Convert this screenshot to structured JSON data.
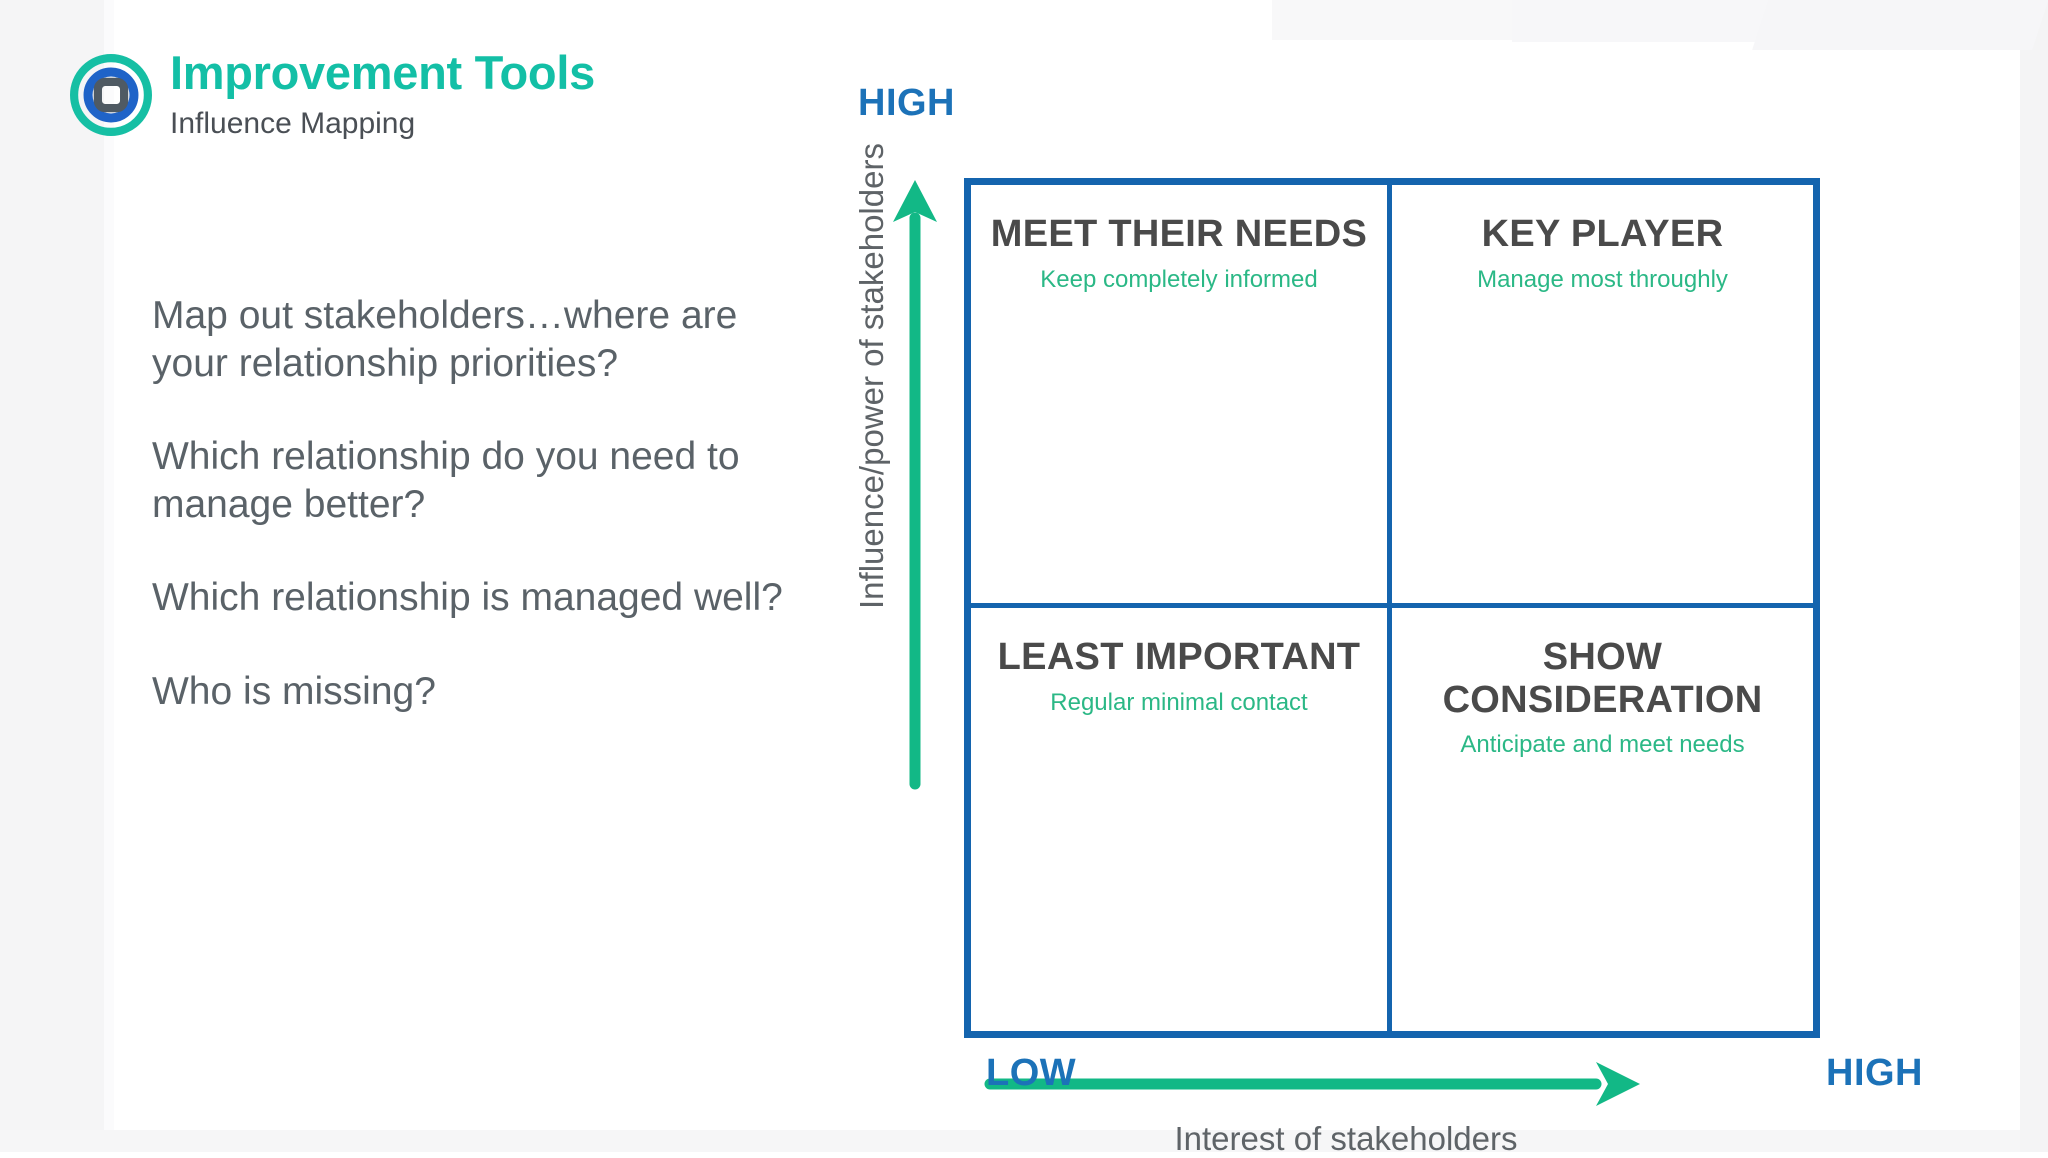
{
  "header": {
    "logo_icon": "target-bullseye-icon",
    "title": "Improvement Tools",
    "subtitle": "Influence Mapping",
    "title_color": "#13BFA6"
  },
  "body": {
    "paragraphs": [
      "Map out stakeholders…where are your relationship priorities?",
      "Which relationship do you need to manage better?",
      "Which relationship is managed well?",
      "Who is missing?"
    ],
    "text_color": "#5a6268"
  },
  "chart_data": {
    "type": "matrix",
    "title": "Influence Mapping",
    "xlabel": "Interest of stakeholders",
    "ylabel": "Influence/power of stakeholders",
    "x_axis_low_label": "LOW",
    "x_axis_high_label": "HIGH",
    "y_axis_high_label": "HIGH",
    "grid": true,
    "grid_color": "#1464AE",
    "arrow_color": "#12B886",
    "axis_label_color": "#1C72B8",
    "quadrant_title_color": "#4a4a4a",
    "quadrant_subtitle_color": "#2BB886",
    "quadrants": [
      {
        "position": "top-left",
        "x": "low-interest",
        "y": "high-influence",
        "title": "MEET THEIR NEEDS",
        "subtitle": "Keep completely informed"
      },
      {
        "position": "top-right",
        "x": "high-interest",
        "y": "high-influence",
        "title": "KEY PLAYER",
        "subtitle": "Manage most throughly"
      },
      {
        "position": "bottom-left",
        "x": "low-interest",
        "y": "low-influence",
        "title": "LEAST IMPORTANT",
        "subtitle": "Regular minimal contact"
      },
      {
        "position": "bottom-right",
        "x": "high-interest",
        "y": "low-influence",
        "title": "SHOW CONSIDERATION",
        "subtitle": "Anticipate and meet needs"
      }
    ]
  },
  "colors": {
    "brand_teal": "#13BFA6",
    "brand_blue": "#1464AE",
    "green_arrow": "#12B886",
    "body_gray": "#5a6268"
  }
}
